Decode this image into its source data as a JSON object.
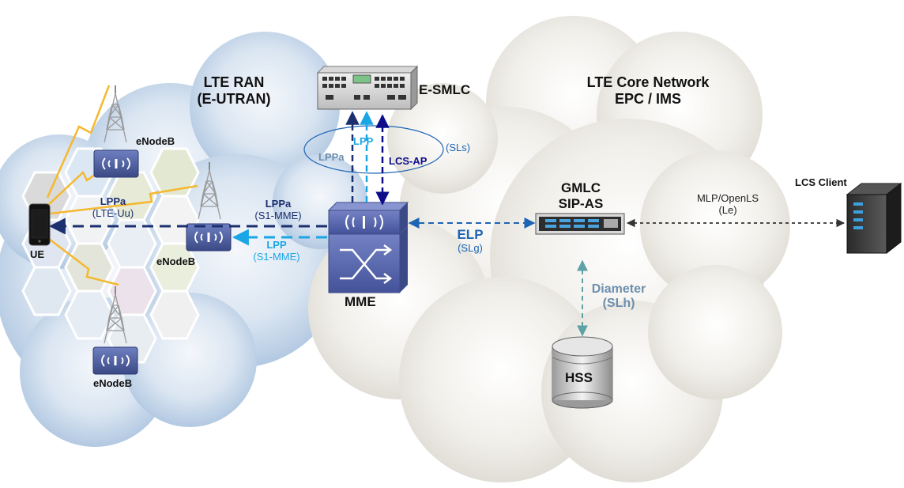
{
  "regions": {
    "ran": {
      "line1": "LTE RAN",
      "line2": "(E-UTRAN)"
    },
    "core": {
      "line1": "LTE Core Network",
      "line2": "EPC / IMS"
    }
  },
  "nodes": {
    "esmlc": "E-SMLC",
    "enodeb_top": "eNodeB",
    "enodeb_mid": "eNodeB",
    "enodeb_bottom": "eNodeB",
    "ue": "UE",
    "mme": "MME",
    "gmlc_line1": "GMLC",
    "gmlc_line2": "SIP-AS",
    "hss": "HSS",
    "lcs_client": "LCS Client"
  },
  "interfaces": {
    "lppa_ue": {
      "name": "LPPa",
      "ref": "(LTE-Uu)"
    },
    "lppa_s1": {
      "name": "LPPa",
      "ref": "(S1-MME)"
    },
    "lpp_s1": {
      "name": "LPP",
      "ref": "(S1-MME)"
    },
    "sls_group": {
      "lppa": "LPPa",
      "lpp": "LPP",
      "lcsap": "LCS-AP",
      "ref": "(SLs)"
    },
    "elp": {
      "name": "ELP",
      "ref": "(SLg)"
    },
    "diameter": {
      "name": "Diameter",
      "ref": "(SLh)"
    },
    "le": {
      "name": "MLP/OpenLS",
      "ref": "(Le)"
    }
  },
  "colors": {
    "dark_blue": "#1c2f6e",
    "light_blue": "#1aa6e4",
    "mid_blue": "#1d64b4",
    "navy": "#0d0d8c",
    "gray_blue": "#6c8fae",
    "teal": "#5ea2a8",
    "lightning": "#f5b82e",
    "device_blue": "#4a5b9a"
  }
}
